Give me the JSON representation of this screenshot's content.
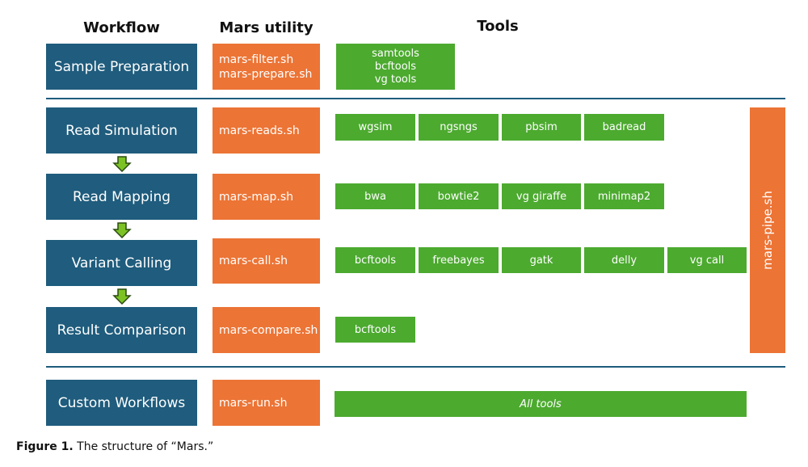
{
  "headers": {
    "workflow": "Workflow",
    "utility": "Mars utility",
    "tools": "Tools"
  },
  "sample": {
    "workflow": "Sample Preparation",
    "utility": [
      "mars-filter.sh",
      "mars-prepare.sh"
    ],
    "tools": [
      "samtools",
      "bcftools",
      "vg tools"
    ]
  },
  "rows": [
    {
      "workflow": "Read Simulation",
      "utility": "mars-reads.sh",
      "tools": [
        "wgsim",
        "ngsngs",
        "pbsim",
        "badread"
      ]
    },
    {
      "workflow": "Read Mapping",
      "utility": "mars-map.sh",
      "tools": [
        "bwa",
        "bowtie2",
        "vg giraffe",
        "minimap2"
      ]
    },
    {
      "workflow": "Variant Calling",
      "utility": "mars-call.sh",
      "tools": [
        "bcftools",
        "freebayes",
        "gatk",
        "delly",
        "vg call"
      ]
    },
    {
      "workflow": "Result Comparison",
      "utility": "mars-compare.sh",
      "tools": [
        "bcftools"
      ]
    }
  ],
  "pipe": "mars-pipe.sh",
  "custom": {
    "workflow": "Custom Workflows",
    "utility": "mars-run.sh",
    "tools": "All tools"
  },
  "caption": {
    "label": "Figure 1.",
    "text": " The structure of “Mars.”"
  },
  "colors": {
    "workflow": "#1f5c7d",
    "utility": "#ec7435",
    "tool": "#4caa2f",
    "arrow": "#7cc225"
  }
}
